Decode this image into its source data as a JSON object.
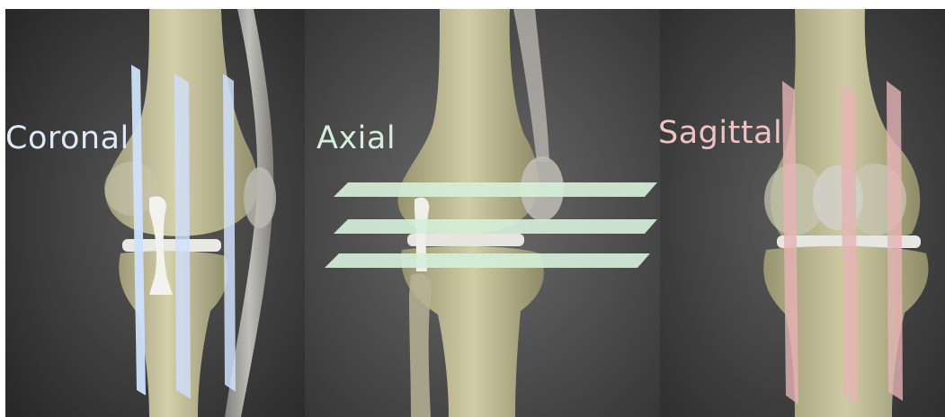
{
  "panels": [
    {
      "id": "coronal",
      "label": "Coronal",
      "label_color": "#dde9f8",
      "plane_color": "#cfe0fb",
      "background": "#3d3d3d"
    },
    {
      "id": "axial",
      "label": "Axial",
      "label_color": "#d4efd9",
      "plane_color": "#d5efd8",
      "background": "#565656"
    },
    {
      "id": "sagittal",
      "label": "Sagittal",
      "label_color": "#f2c2c3",
      "plane_color": "#e6b3b4",
      "background": "#4a4a4a"
    }
  ]
}
